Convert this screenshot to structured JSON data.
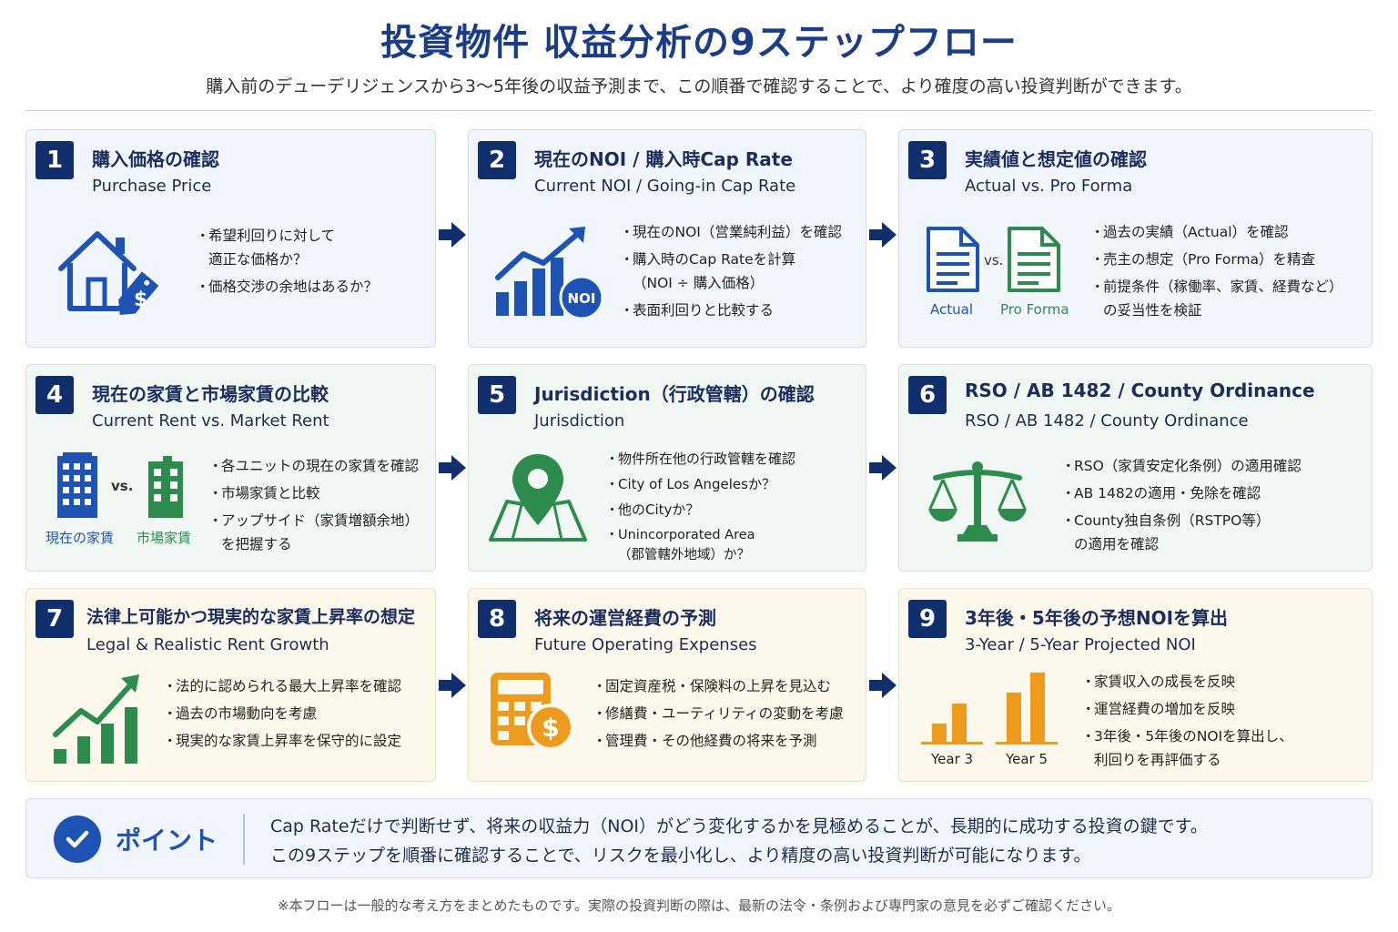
{
  "header": {
    "title": "投資物件 収益分析の9ステップフロー",
    "subtitle": "購入前のデューデリジェンスから3〜5年後の収益予測まで、この順番で確認することで、より確度の高い投資判断ができます。"
  },
  "steps": [
    {
      "number": "1",
      "title": "購入価格の確認",
      "subtitle": "Purchase Price",
      "bullets": [
        "希望利回りに対して",
        "適正な価格か？",
        "価格交渉の余地はあるか？"
      ]
    },
    {
      "number": "2",
      "title": "現在のNOI / 購入時Cap Rate",
      "subtitle": "Current NOI / Going-in Cap Rate",
      "icon_badge": "NOI",
      "bullets": [
        "現在のNOI（営業純利益）を確認",
        "購入時のCap Rateを計算",
        "（NOI ÷ 購入価格）",
        "表面利回りと比較する"
      ]
    },
    {
      "number": "3",
      "title": "実績値と想定値の確認",
      "subtitle": "Actual vs. Pro Forma",
      "icon_labels": {
        "left": "Actual",
        "vs": "vs.",
        "right": "Pro Forma"
      },
      "bullets": [
        "過去の実績（Actual）を確認",
        "売主の想定（Pro Forma）を精査",
        "前提条件（稼働率、家賃、経費など）",
        "の妥当性を検証"
      ]
    },
    {
      "number": "4",
      "title": "現在の家賃と市場家賃の比較",
      "subtitle": "Current Rent vs. Market Rent",
      "icon_labels": {
        "left": "現在の家賃",
        "vs": "vs.",
        "right": "市場家賃"
      },
      "bullets": [
        "各ユニットの現在の家賃を確認",
        "市場家賃と比較",
        "アップサイド（家賃増額余地）",
        "を把握する"
      ]
    },
    {
      "number": "5",
      "title": "Jurisdiction（行政管轄）の確認",
      "subtitle": "Jurisdiction",
      "bullets": [
        "物件所在他の行政管轄を確認",
        "City of Los Angelesか？",
        "他のCityか？",
        "Unincorporated Area",
        "（郡管轄外地域）か？"
      ]
    },
    {
      "number": "6",
      "title": "RSO / AB 1482 / County Ordinance",
      "subtitle": "RSO / AB 1482 / County Ordinance",
      "bullets": [
        "RSO（家賃安定化条例）の適用確認",
        "AB 1482の適用・免除を確認",
        "County独自条例（RSTPO等）",
        "の適用を確認"
      ]
    },
    {
      "number": "7",
      "title": "法律上可能かつ現実的な家賃上昇率の想定",
      "subtitle": "Legal & Realistic Rent Growth",
      "bullets": [
        "法的に認められる最大上昇率を確認",
        "過去の市場動向を考慮",
        "現実的な家賃上昇率を保守的に設定"
      ]
    },
    {
      "number": "8",
      "title": "将来の運営経費の予測",
      "subtitle": "Future Operating Expenses",
      "bullets": [
        "固定資産税・保険料の上昇を見込む",
        "修繕費・ユーティリティの変動を考慮",
        "管理費・その他経費の将来を予測"
      ]
    },
    {
      "number": "9",
      "title": "3年後・5年後の予想NOIを算出",
      "subtitle": "3-Year / 5-Year Projected NOI",
      "icon_labels": {
        "left": "Year 3",
        "right": "Year 5"
      },
      "bullets": [
        "家賃収入の成長を反映",
        "運営経費の増加を反映",
        "3年後・5年後のNOIを算出し、",
        "利回りを再評価する"
      ]
    }
  ],
  "point": {
    "label": "ポイント",
    "line1": "Cap Rateだけで判断せず、将来の収益力（NOI）がどう変化するかを見極めることが、長期的に成功する投資の鍵です。",
    "line2": "この9ステップを順番に確認することで、リスクを最小化し、より精度の高い投資判断が可能になります。"
  },
  "footnote": "※本フローは一般的な考え方をまとめたものです。実際の投資判断の際は、最新の法令・条例および専門家の意見を必ずご確認ください。",
  "colors": {
    "navy": "#122f6d",
    "blue_accent": "#1e53b3",
    "green_accent": "#2e8b4e",
    "orange_accent": "#ee9a1c",
    "card_blue": "#f1f6fd",
    "card_green": "#f1f7f2",
    "card_yellow": "#fdf8ec"
  }
}
